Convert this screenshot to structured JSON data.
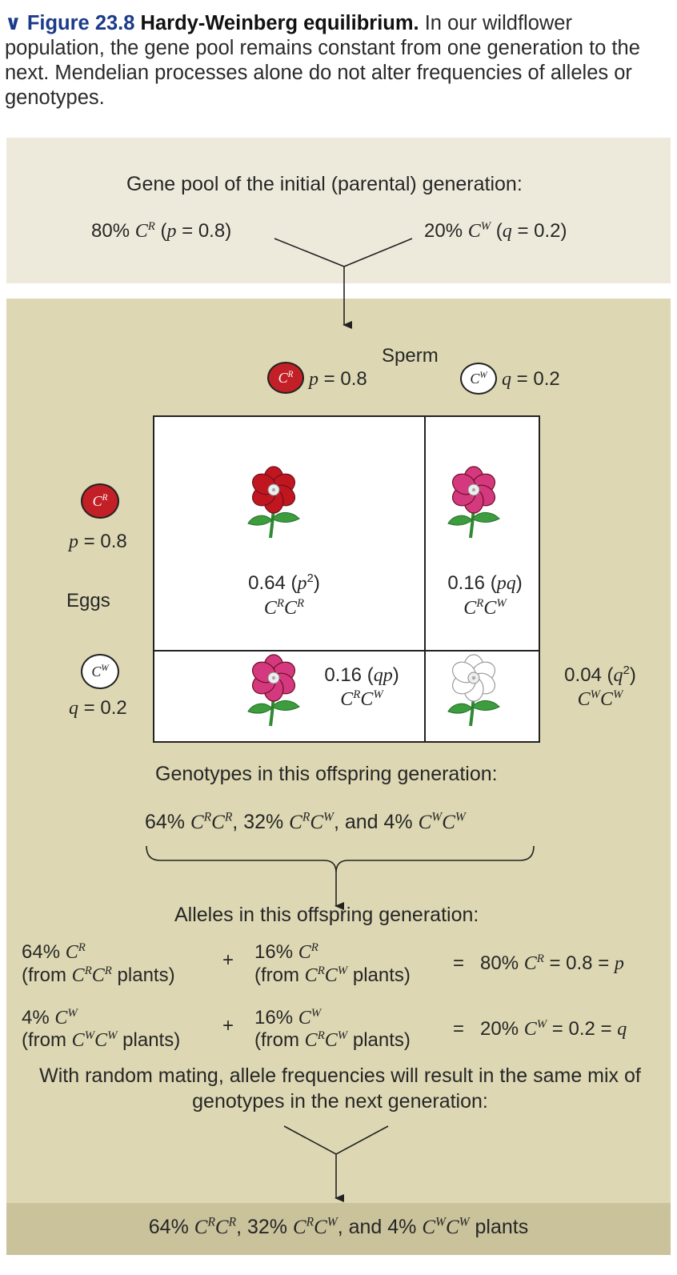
{
  "caption": {
    "figure_label": "Figure 23.8",
    "title": "Hardy-Weinberg equilibrium.",
    "text": "In our wildflower population, the gene pool remains constant from one generation to the next. Mendelian processes alone do not alter frequencies of alleles or genotypes."
  },
  "parental": {
    "heading": "Gene pool of the initial (parental) generation:",
    "left_freq": "80% CR (p = 0.8)",
    "right_freq": "20% CW (q = 0.2)"
  },
  "alleles": {
    "red_symbol": "CR",
    "white_symbol": "CW"
  },
  "sperm": {
    "label": "Sperm",
    "p": "p = 0.8",
    "q": "q = 0.2"
  },
  "eggs": {
    "label": "Eggs",
    "p": "p = 0.8",
    "q": "q = 0.2"
  },
  "punnett": {
    "rr": {
      "freq": "0.64 (p2)",
      "genotype": "CRCR",
      "color": "#c0161f"
    },
    "rw": {
      "freq": "0.16 (pq)",
      "genotype": "CRCW",
      "color": "#d4387f"
    },
    "wr": {
      "freq": "0.16 (qp)",
      "genotype": "CRCW",
      "color": "#d4387f"
    },
    "ww": {
      "freq": "0.04 (q2)",
      "genotype": "CWCW",
      "color": "#ffffff"
    }
  },
  "offspring": {
    "heading": "Genotypes in this offspring generation:",
    "summary": "64% CRCR, 32% CRCW, and 4% CWCW"
  },
  "allele_sum": {
    "heading": "Alleles in this offspring generation:",
    "row1": {
      "a_pct": "64% CR",
      "a_src": "(from CRCR plants)",
      "plus": "+",
      "b_pct": "16% CR",
      "b_src": "(from CRCW plants)",
      "equals": "=",
      "result": "80% CR = 0.8 = p"
    },
    "row2": {
      "a_pct": "4% CW",
      "a_src": "(from CWCW plants)",
      "plus": "+",
      "b_pct": "16% CW",
      "b_src": "(from CRCW plants)",
      "equals": "=",
      "result": "20% CW = 0.2 = q"
    }
  },
  "random_mating": {
    "text": "With random mating, allele frequencies will result in the same mix of genotypes in the next generation:"
  },
  "next_generation": {
    "summary": "64% CRCR, 32% CRCW, and 4% CWCW plants"
  }
}
